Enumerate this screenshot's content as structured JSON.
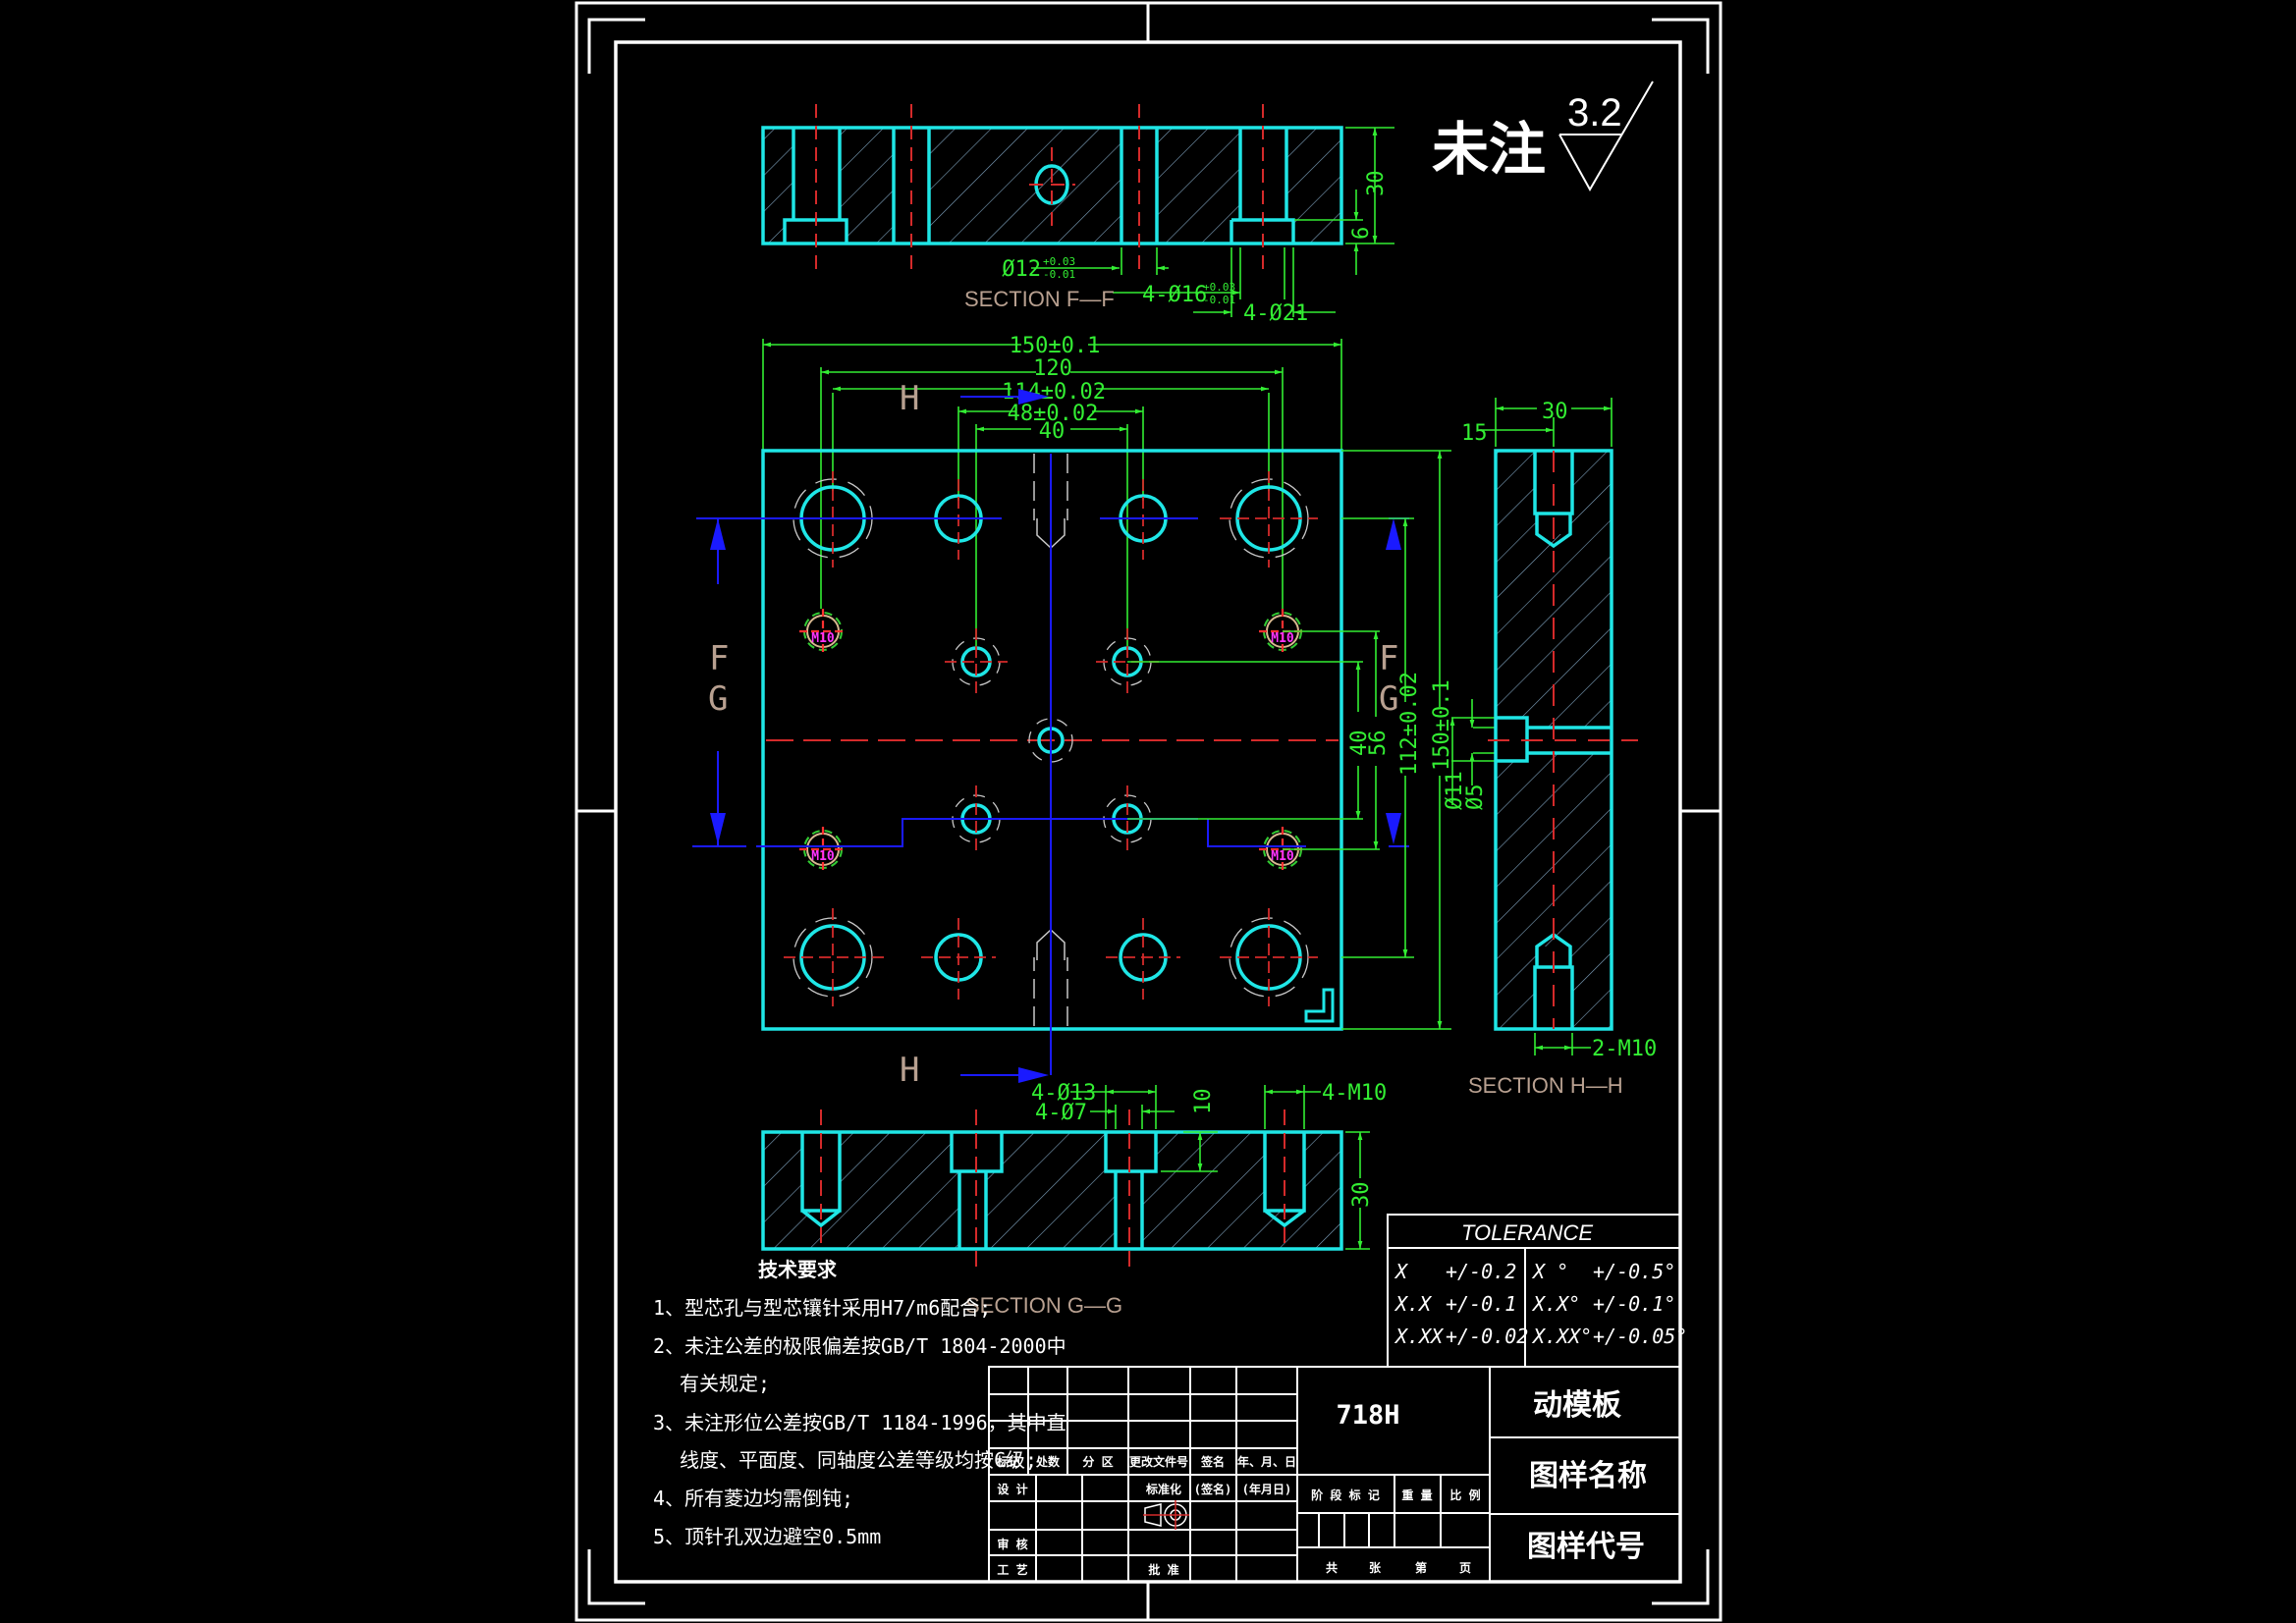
{
  "drawing": {
    "background": "#000000",
    "colors": {
      "frame": "#ffffff",
      "outline": "#1fe6e6",
      "dimension": "#33dd33",
      "centerline": "#d42a2a",
      "section_cut": "#1a1aff",
      "hatch": "#8ab0c8",
      "section_label": "#b8a090",
      "hidden": "#c8c8c8",
      "thread_tag": "#ff33ff"
    },
    "roughness": {
      "label": "未注",
      "value": "3.2"
    },
    "section_ff": {
      "title": "SECTION  F—F",
      "dims": {
        "height": "30",
        "counterbore_depth": "6",
        "center_hole": "Ø12",
        "center_hole_tol_upper": "+0.03",
        "center_hole_tol_lower": "-0.01",
        "pin_holes": "4-Ø16",
        "pin_holes_tol_upper": "+0.03",
        "pin_holes_tol_lower": "-0.01",
        "counterbore": "4-Ø21"
      }
    },
    "plan_view": {
      "dims": {
        "width": "150±0.1",
        "d120": "120",
        "d114": "114±0.02",
        "d48": "48±0.02",
        "d40": "40",
        "v40": "40",
        "v56": "56",
        "v112": "112±0.02",
        "v150": "150±0.1",
        "dia11": "Ø11",
        "dia5": "Ø5"
      },
      "cut_labels": {
        "h_top": "H",
        "h_bottom": "H",
        "f_left": "F",
        "g_left": "G",
        "f_right": "F",
        "g_right": "G"
      },
      "thread_tags": [
        "M10",
        "M10",
        "M10",
        "M10"
      ]
    },
    "section_hh": {
      "title": "SECTION  H—H",
      "dims": {
        "width": "30",
        "half": "15",
        "thread": "2-M10"
      }
    },
    "section_gg": {
      "title": "SECTION  G—G",
      "dims": {
        "cbore": "4-Ø13",
        "thru": "4-Ø7",
        "depth": "10",
        "thread": "4-M10",
        "height": "30"
      }
    },
    "tech_requirements": {
      "heading": "技术要求",
      "items": [
        "1、型芯孔与型芯镶针采用H7/m6配合;",
        "2、未注公差的极限偏差按GB/T 1804-2000中",
        "有关规定;",
        "3、未注形位公差按GB/T 1184-1996，其中直",
        "线度、平面度、同轴度公差等级均按C级;",
        "4、所有菱边均需倒钝;",
        "5、顶针孔双边避空0.5mm"
      ]
    },
    "tolerance_table": {
      "title": "TOLERANCE",
      "rows": [
        {
          "k1": "X",
          "v1": "+/-0.2",
          "k2": "X  °",
          "v2": "+/-0.5°"
        },
        {
          "k1": "X.X",
          "v1": "+/-0.1",
          "k2": "X.X°",
          "v2": "+/-0.1°"
        },
        {
          "k1": "X.XX",
          "v1": "+/-0.02",
          "k2": "X.XX°",
          "v2": "+/-0.05°"
        }
      ]
    },
    "title_block": {
      "material": "718H",
      "part_name": "动模板",
      "drawing_name_label": "图样名称",
      "drawing_code_label": "图样代号",
      "rev_headers": [
        "标记",
        "处数",
        "分  区",
        "更改文件号",
        "签名",
        "年、月、日"
      ],
      "sign_rows": {
        "design": "设  计",
        "standardize": "标准化",
        "sign": "(签名)",
        "date": "(年月日)",
        "review": "审  核",
        "process": "工  艺",
        "approve": "批  准"
      },
      "stage_headers": [
        "阶 段 标 记",
        "重  量",
        "比  例"
      ],
      "sheet_labels": [
        "共",
        "张",
        "第",
        "页"
      ]
    }
  }
}
